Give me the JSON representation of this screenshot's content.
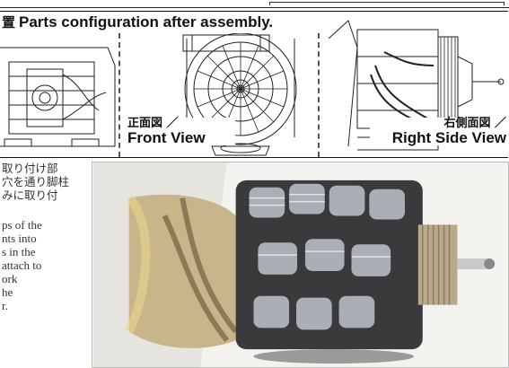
{
  "header": {
    "title_jp_fragment": "置",
    "title": "Parts configuration after assembly."
  },
  "views": {
    "front": {
      "label_jp": "正面図 ／",
      "label_en": "Front View"
    },
    "right": {
      "label_jp": "右側面図 ／",
      "label_en": "Right Side View"
    }
  },
  "caption": {
    "jp_lines": [
      "取り付け部",
      "穴を通り脚柱",
      "みに取り付"
    ],
    "en_lines": [
      "ps of the",
      "nts into",
      "s in the",
      "attach to",
      "ork",
      "he",
      "r."
    ]
  },
  "colors": {
    "line": "#222222",
    "primer": "#c8b58a",
    "metal": "#9aa0a6",
    "paint": "#e9e7e2"
  }
}
